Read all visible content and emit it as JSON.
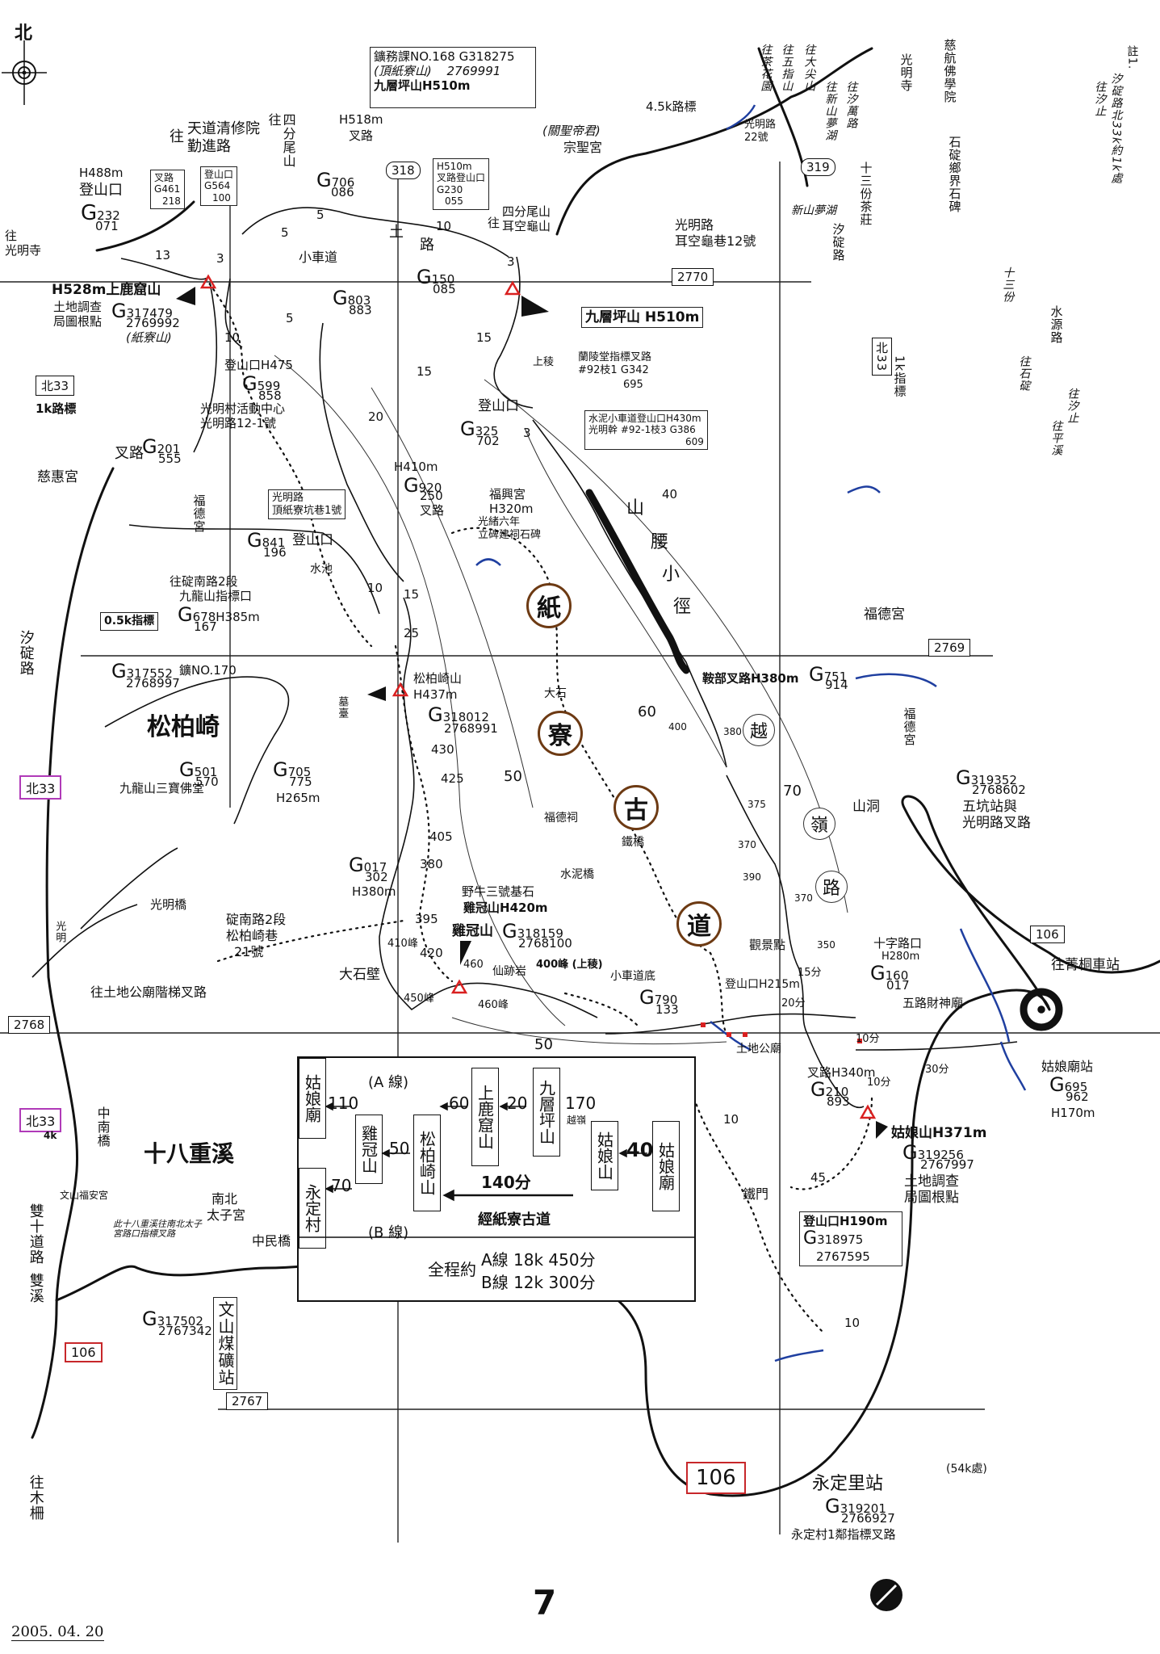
{
  "north": {
    "label": "北",
    "icon": "compass-icon"
  },
  "date": "2005. 04. 20",
  "page_number": "7",
  "colors": {
    "trail": "#111111",
    "route_tag": "#c7272a",
    "road_tag": "#b03ab8",
    "circle": "#6d3a13",
    "marker": "#1f3fa0",
    "summit": "#d92020"
  },
  "grid": {
    "h_2770": "2770",
    "h_2769": "2769",
    "h_2768": "2768",
    "h_2767": "2767",
    "v_318": "318",
    "v_319": "319"
  },
  "routes": {
    "r106_a": "106",
    "r106_b": "106",
    "r106_c": "106",
    "b33_a": "北33",
    "b33_b": "北33",
    "b33_c": "北33",
    "b33_d": "北33"
  },
  "title_box": {
    "line1": "鑛務課NO.168",
    "line2": "(頂紙寮山)",
    "line3": "九層坪山H510m",
    "g": "G",
    "g_top": "318275",
    "g_bot": "2769991"
  },
  "peaks": {
    "shanglu": {
      "title": "H528m上鹿窟山",
      "line2": "土地調查",
      "line3": "局圖根點",
      "g": "G",
      "g1": "317479",
      "g2": "2769992",
      "alt": "(紙寮山)"
    },
    "jiuceng": {
      "title": "九層坪山 H510m"
    },
    "songbai": {
      "title": "松柏崎山",
      "alt": "H437m",
      "g": "G",
      "g1": "318012",
      "g2": "2768991"
    },
    "jiguan": {
      "title": "雞冠山",
      "alt": "H420m",
      "pre": "野牛三號基石",
      "pre2": "雞冠山",
      "g": "G",
      "g1": "318159",
      "g2": "2768100"
    },
    "guniang": {
      "title": "姑娘山H371m",
      "g": "G",
      "g1": "319256",
      "g2": "2767997",
      "l1": "土地調查",
      "l2": "局圖根點"
    }
  },
  "labels": {
    "tiandao": "往",
    "tiandao2": "天道清修院",
    "tiandao3": "勤進路",
    "to_guangming": "往",
    "to_guangming2": "光明寺",
    "h488": "H488m",
    "denshan": "登山口",
    "g232": "G",
    "g232a": "232",
    "g232b": "071",
    "fork461": "叉路",
    "g461": "G",
    "g461a": "461",
    "g461b": "218",
    "dk564": "登山口",
    "g564": "G",
    "g564a": "564",
    "g564b": "100",
    "to_sifen": "往",
    "to_sifen2": "四分尾山",
    "g706": "G",
    "g706a": "706",
    "g706b": "086",
    "h518": "H518m",
    "h518b": "叉路",
    "xiaochedao": "小車道",
    "tu": "土",
    "lu": "路",
    "h510box1": "H510m",
    "h510box2": "叉路登山口",
    "h510box3": "G",
    "h510box4": "230",
    "h510box5": "055",
    "zongsheng_pre": "(關聖帝君)",
    "zongsheng": "宗聖宮",
    "to_sifen3": "往",
    "to_sifen4": "四分尾山",
    "to_sifen5": "耳空龜山",
    "g150": "G",
    "g150a": "150",
    "g150b": "085",
    "g803": "G",
    "g803a": "803",
    "g803b": "883",
    "dk475": "登山口H475",
    "g599": "G",
    "g599a": "599",
    "g599b": "858",
    "gm_center": "光明村活動中心",
    "gm_center2": "光明路12-1號",
    "guangminglu": "光明路",
    "erkong": "耳空龜巷12號",
    "km45": "4.5k路標",
    "gm22": "光明路",
    "gm22b": "22號",
    "shangling": "上稜",
    "lanling": "蘭陵堂指標叉路",
    "lanling2": "#92枝1",
    "g342": "G",
    "g342a": "342",
    "g342b": "695",
    "dk325": "登山口",
    "g325": "G",
    "g325a": "325",
    "g325b": "702",
    "shuini": "水泥小車道登山口H430m",
    "shuini2": "光明幹 #92-1枝3",
    "g386": "G",
    "g386a": "386",
    "g386b": "609",
    "shanyao1": "山",
    "shanyao2": "腰",
    "shanyao3": "小",
    "shanyao4": "徑",
    "km1": "1k路標",
    "fork201": "叉路",
    "g201": "G",
    "g201a": "201",
    "g201b": "555",
    "cihui": "慈惠宮",
    "fude1": "福德宮",
    "h410": "H410m",
    "g920": "G",
    "g920a": "920",
    "g920b": "250",
    "g920c": "叉路",
    "gm_box": "光明路",
    "gm_box2": "頂紙寮坑巷1號",
    "g841": "G",
    "g841a": "841",
    "g841b": "196",
    "dk841": "登山口",
    "shuichi": "水池",
    "dinan": "往碇南路2段",
    "dinan2": "九龍山指標口",
    "g678": "G",
    "g678a": "678",
    "g678b": "167",
    "h385": "H385m",
    "km05": "0.5k指標",
    "fuxing": "福興宮",
    "fuxing2": "H320m",
    "fuxing3": "光緒六年",
    "fuxing4": "立碑建祠石碑",
    "g317552": "G",
    "g317552a": "317552",
    "g317552b": "2768997",
    "mine170": "鑛NO.170",
    "mutai": "墓臺",
    "songbaiqi": "松柏崎",
    "g501": "G",
    "g501a": "501",
    "g501b": "570",
    "jiulong": "九龍山三寶佛堂",
    "g705": "G",
    "g705a": "705",
    "g705b": "775",
    "h265": "H265m",
    "xiding": "汐碇路",
    "guangmingqiao": "光明橋",
    "dinanlu": "碇南路2段",
    "dinanlu2": "松柏崎巷",
    "dinanlu3": "21號",
    "guangming_v": "光明",
    "tudigong": "往土地公廟階梯叉路",
    "g017": "G",
    "g017a": "017",
    "g017b": "302",
    "h380": "H380m",
    "dashibi": "大石壁",
    "p410": "410峰",
    "p450": "450峰",
    "p460": "460峰",
    "p460b": "460",
    "xianji": "仙跡岩",
    "p400": "400峰 (上稜)",
    "xiaochedao2": "小車道底",
    "g790": "G",
    "g790a": "790",
    "g790b": "133",
    "dashi_ch": "大石",
    "fudeci": "福德祠",
    "tieqiao": "鐵橋",
    "shuiniqiao": "水泥橋",
    "anbu": "鞍部叉路H380m",
    "g751": "G",
    "g751a": "751",
    "g751b": "914",
    "fude2": "福德宮",
    "fude3": "福德宮",
    "g319352": "G",
    "g319352a": "319352",
    "g319352b": "2768602",
    "wukeng": "五坑站與",
    "wukeng2": "光明路叉路",
    "shandong": "山洞",
    "to_jingtong": "往菁桐車站",
    "guanjing": "觀景點",
    "shizi": "十字路口",
    "shizi2": "H280m",
    "g160": "G",
    "g160a": "160",
    "g160b": "017",
    "wucai": "五路財神廟",
    "dk215": "登山口H215m",
    "tudigong2": "土地公廟",
    "fork340": "叉路H340m",
    "g210": "G",
    "g210a": "210",
    "g210b": "893",
    "guniang_station": "姑娘廟站",
    "g695": "G",
    "g695a": "695",
    "g695b": "962",
    "h170": "H170m",
    "tiemen": "鐵門",
    "dk190": "登山口H190m",
    "g318975": "G",
    "g318975a": "318975",
    "g318975b": "2767595",
    "yongding": "永定里站",
    "g319201": "G",
    "g319201a": "319201",
    "g319201b": "2766927",
    "yongding2": "永定村1鄰指標叉路",
    "k54": "(54k處)",
    "zhongnan": "中南橋",
    "k4": "4k",
    "shibachongxi": "十八重溪",
    "wenshan": "文山福安宮",
    "nanbei": "南北",
    "nanbei2": "太子宮",
    "zhongmin": "中民橋",
    "shuangshi": "雙十道路",
    "shuangxi": "雙溪",
    "g317502": "G",
    "g317502a": "317502",
    "g317502b": "2767342",
    "wenshanmei": "文山煤礦站",
    "to_mushan": "往木柵",
    "cihang": "慈航佛學院",
    "guangmingsi": "光明寺",
    "shisanfen": "十三份茶莊",
    "shibei": "石碇鄉界石碑",
    "xidinglu2": "汐碇路",
    "shuiyuanlu": "水源路",
    "b33_1k": "1k指標",
    "hand_note": "往汐止",
    "sign_note": "註1.",
    "sign_note2": "汐碇路北33k約1k處",
    "hand1": "往茶花園",
    "hand2": "往五指山",
    "hand3": "往大尖山",
    "hand4": "往新山夢湖",
    "hand5": "往汐萬路",
    "hand6": "新山夢湖",
    "hand7": "十三份",
    "hand8": "往石碇",
    "hand9": "往平溪",
    "hand10": "往汐止",
    "hand_bot": "此十八重溪往南北太子宮路口指標叉路",
    "circles": {
      "zhi": "紙",
      "liao": "寮",
      "gu": "古",
      "dao": "道"
    },
    "circles_sm": {
      "yue": "越",
      "ling": "嶺",
      "lu": "路"
    },
    "nums": {
      "n13": "13",
      "n3a": "3",
      "n5a": "5",
      "n5b": "5",
      "n10a": "10",
      "n3b": "3",
      "n10b": "10",
      "n15a": "15",
      "n5c": "5",
      "n15b": "15",
      "n3c": "3",
      "n20": "20",
      "n40": "40",
      "n15c": "15",
      "n10c": "10",
      "n25": "25",
      "n430": "430",
      "n425": "425",
      "n50": "50",
      "n405": "405",
      "n380": "380",
      "n395": "395",
      "n420": "420",
      "n60": "60",
      "n400": "400",
      "n380b": "380",
      "n375": "375",
      "n370": "370",
      "n390": "390",
      "n370b": "370",
      "n70": "70",
      "n350": "350",
      "n15f": "15分",
      "n20f": "20分",
      "n10f": "10分",
      "n10f2": "10分",
      "n30f": "30分",
      "n10d": "10",
      "n45": "45",
      "n10e": "10",
      "n50b": "50"
    }
  },
  "legend": {
    "line_a": "(A 線)",
    "line_b": "(B 線)",
    "a_left_end": "姑娘廟",
    "b_left_end": "永定村",
    "jiguan": "雞冠山",
    "songbai": "松柏崎山",
    "shanglu": "上鹿窟山",
    "jiuceng": "九層坪山",
    "guniang": "姑娘山",
    "right_end": "姑娘廟",
    "n110": "110",
    "n60": "60",
    "n20": "20",
    "n170": "170",
    "yueling": "越嶺",
    "n50": "50",
    "n40": "40",
    "n70": "70",
    "n140": "140分",
    "route_name": "經紙寮古道",
    "total_label": "全程約",
    "total_a": "A線 18k 450分",
    "total_b": "B線 12k 300分"
  }
}
